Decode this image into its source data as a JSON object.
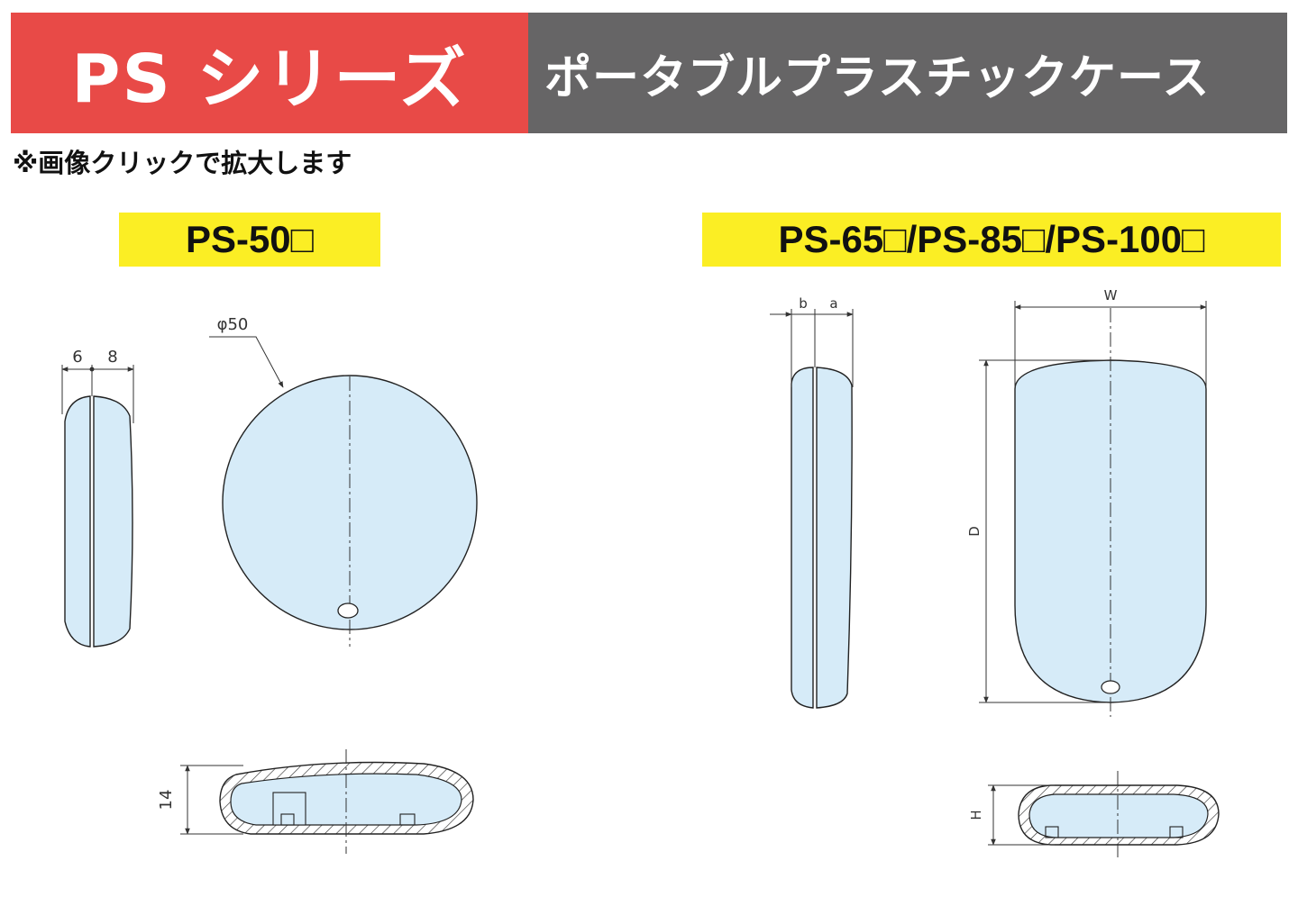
{
  "header": {
    "series_title": "PS シリーズ",
    "subtitle": "ポータブルプラスチックケース"
  },
  "note": "※画像クリックで拡大します",
  "models": {
    "left": {
      "label": "PS-50□"
    },
    "right": {
      "label": "PS-65□/PS-85□/PS-100□"
    }
  },
  "dimensions": {
    "ps50": {
      "side_left": "6",
      "side_right": "8",
      "diameter": "φ50",
      "height": "14"
    },
    "ps65": {
      "side_left": "b",
      "side_right": "a",
      "width": "W",
      "depth": "D",
      "height": "H"
    }
  },
  "colors": {
    "banner_red": "#e84a47",
    "banner_gray": "#666566",
    "label_yellow": "#fbee24",
    "part_fill": "#d6ebf8"
  }
}
